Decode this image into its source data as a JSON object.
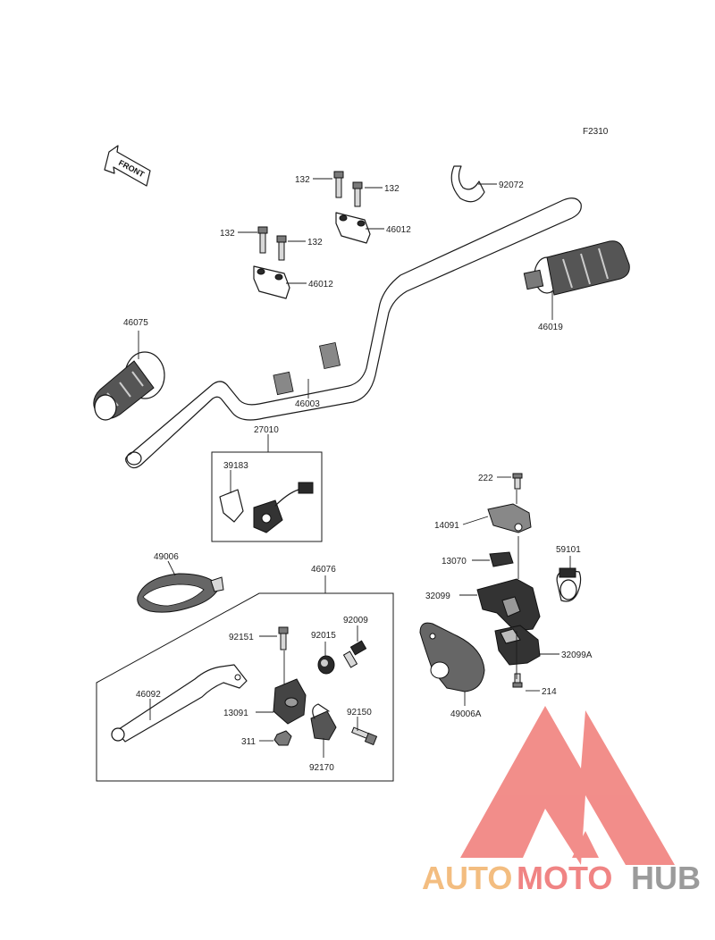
{
  "figure_code": "F2310",
  "front_label": "FRONT",
  "watermark": {
    "part1": "AUTO",
    "part2": "MOTO",
    "part3": "HUB",
    "color1": "#f2b26a",
    "color2": "#ee6f6f",
    "color3": "#8a8a8a",
    "triangle_color": "#f07a76"
  },
  "labels": {
    "p132a": "132",
    "p132b": "132",
    "p132c": "132",
    "p132d": "132",
    "p92072": "92072",
    "p46012a": "46012",
    "p46012b": "46012",
    "p46019": "46019",
    "p46075": "46075",
    "p46003": "46003",
    "p27010": "27010",
    "p39183": "39183",
    "p222": "222",
    "p14091": "14091",
    "p13070": "13070",
    "p59101": "59101",
    "p32099": "32099",
    "p32099A": "32099A",
    "p214": "214",
    "p49006A": "49006A",
    "p49006": "49006",
    "p46076": "46076",
    "p92009": "92009",
    "p92151": "92151",
    "p92015": "92015",
    "p46092": "46092",
    "p13091": "13091",
    "p92150": "92150",
    "p311": "311",
    "p92170": "92170"
  }
}
